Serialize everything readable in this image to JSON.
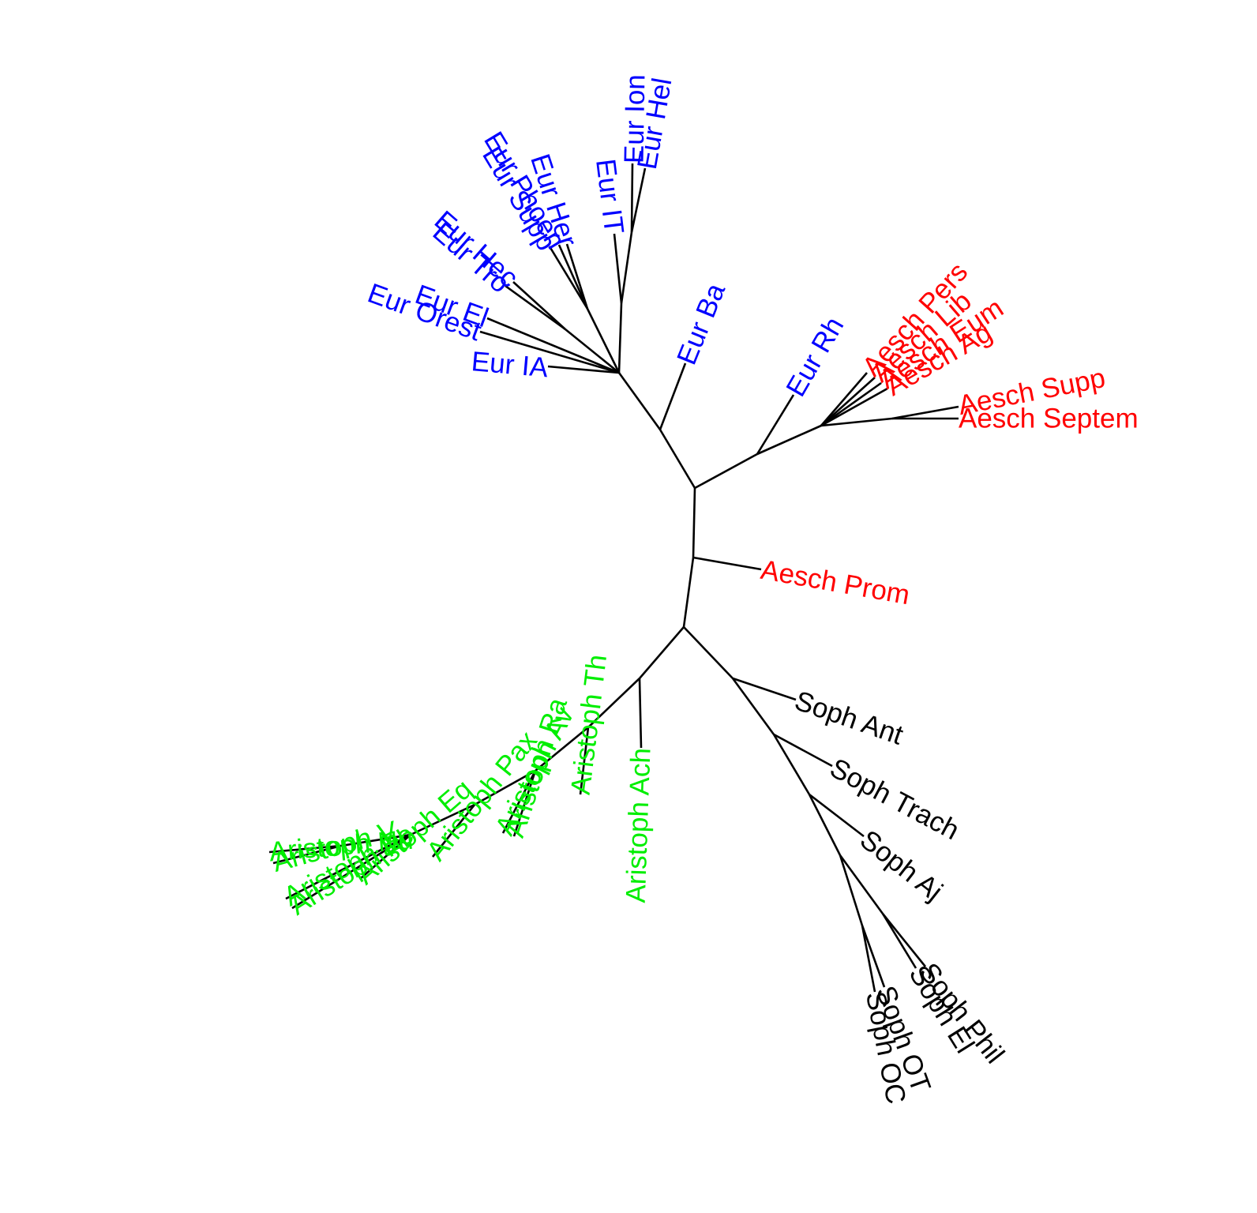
{
  "colors": {
    "edge": "#000000",
    "euripides": "#0000ff",
    "aeschylus": "#ff0000",
    "sophocles": "#000000",
    "aristophanes": "#00ee00"
  },
  "groups": {
    "euripides": [
      "Eur Ion",
      "Eur Hel",
      "Eur IT",
      "Eur Her",
      "Eur Phoen",
      "Eur Supp",
      "Eur Hec",
      "Eur Tro",
      "Eur El",
      "Eur Orest",
      "Eur IA",
      "Eur Ba",
      "Eur Rh"
    ],
    "aeschylus": [
      "Aesch Pers",
      "Aesch Lib",
      "Aesch Eum",
      "Aesch Ag",
      "Aesch Supp",
      "Aesch Septem",
      "Aesch Prom"
    ],
    "sophocles": [
      "Soph Ant",
      "Soph Trach",
      "Soph Aj",
      "Soph Phil",
      "Soph El",
      "Soph OT",
      "Soph OC"
    ],
    "aristophanes": [
      "Aristoph Nu",
      "Aristoph V",
      "Aristoph Ec",
      "Aristoph Pl",
      "Aristoph Eq",
      "Aristoph Pax",
      "Aristoph Av",
      "Aristoph Ra",
      "Aristoph Th",
      "Aristoph Ach"
    ]
  }
}
